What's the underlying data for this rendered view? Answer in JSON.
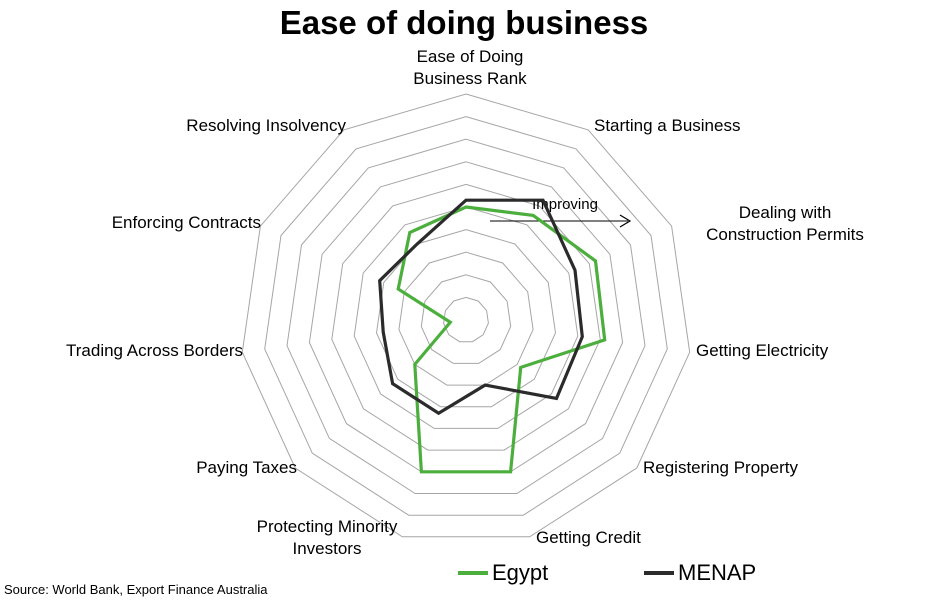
{
  "title": "Ease of doing business",
  "source": "Source: World Bank, Export Finance Australia",
  "annotation": "Improving",
  "colors": {
    "egypt": "#4caf3d",
    "menap": "#2b2b2b",
    "grid": "#a6a6a6",
    "text": "#000000"
  },
  "chart_data": {
    "type": "radar",
    "title": "Ease of doing business",
    "rings": 10,
    "axes": [
      "Ease of Doing Business Rank",
      "Starting a Business",
      "Dealing with Construction Permits",
      "Getting Electricity",
      "Registering Property",
      "Getting Credit",
      "Protecting Minority Investors",
      "Paying Taxes",
      "Trading Across Borders",
      "Enforcing Contracts",
      "Resolving Insolvency"
    ],
    "series": [
      {
        "name": "Egypt",
        "values": [
          0.5,
          0.55,
          0.63,
          0.62,
          0.32,
          0.7,
          0.7,
          0.3,
          0.07,
          0.33,
          0.46
        ]
      },
      {
        "name": "MENAP",
        "values": [
          0.53,
          0.63,
          0.53,
          0.52,
          0.53,
          0.3,
          0.43,
          0.43,
          0.37,
          0.42,
          0.4
        ]
      }
    ]
  }
}
